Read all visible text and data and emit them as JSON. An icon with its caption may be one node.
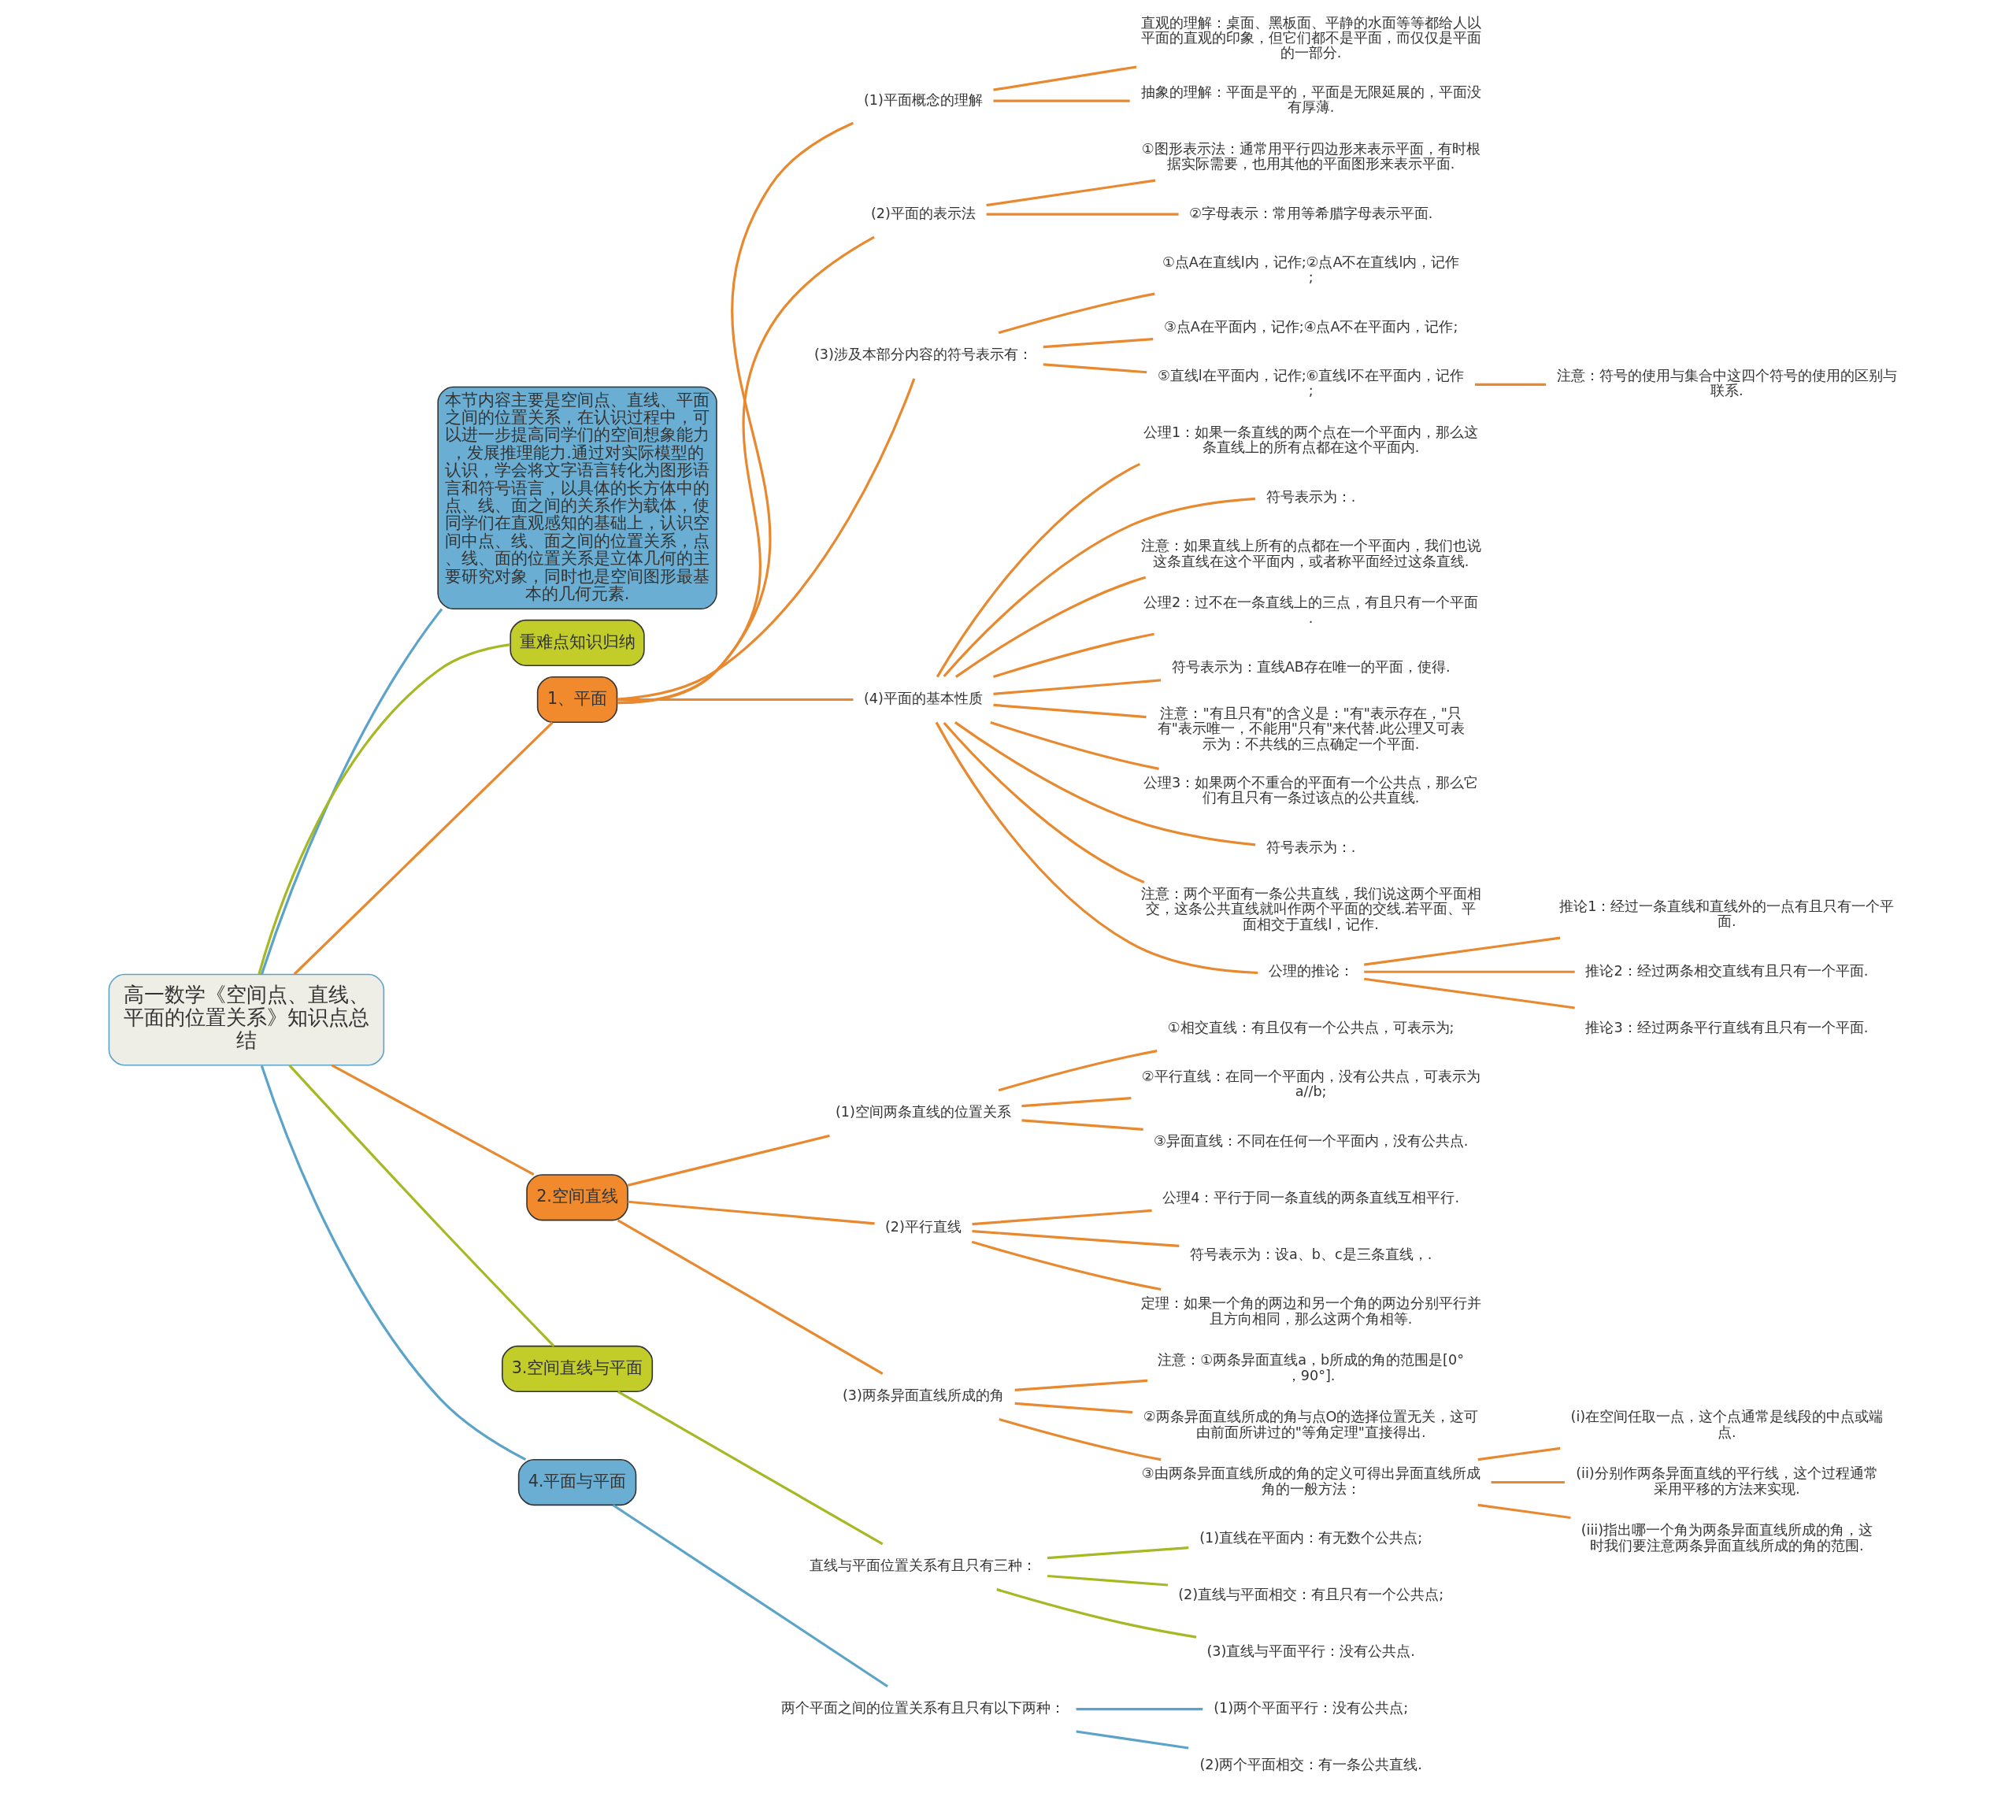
{
  "diagram": {
    "nodes": [
      {
        "text": [
          "高一数学《空间点、直线、平面的位置关系》知识点总结"
        ]
      },
      {
        "text": [
          "本节内容主要是空间点、直线、平面之间的位置关系，在认识过程中，可以进一步提高同学们的空间想象能力，发展推理能力.通过对实际模型的认识，学会将文字语言转化为图形语言和符号语言，以具体的长方体中的点、线、面之间的关系作为载体，使同学们在直观感知的基础上，认识空间中点、线、面之间的位置关系，点、线、面的位置关系是立体几何的主要研究对象，同时也是空间图形最基本的几何元素."
        ]
      },
      {
        "text": [
          "重难点知识归纳"
        ]
      },
      {
        "text": [
          "1、平面"
        ]
      },
      {
        "text": [
          "(1)平面概念的理解"
        ]
      },
      {
        "text": [
          "直观的理解：桌面、黑板面、平静的水面等等都给人以平面的直观的印象，但它们都不是平面，而仅仅是平面的一部分."
        ]
      },
      {
        "text": [
          "抽象的理解：平面是平的，平面是无限延展的，平面没有厚薄."
        ]
      },
      {
        "text": [
          "(2)平面的表示法"
        ]
      },
      {
        "text": [
          "①图形表示法：通常用平行四边形来表示平面，有时根据实际需要，也用其他的平面图形来表示平面."
        ]
      },
      {
        "text": [
          "②字母表示：常用等希腊字母表示平面."
        ]
      },
      {
        "text": [
          "(3)涉及本部分内容的符号表示有："
        ]
      },
      {
        "text": [
          "①点A在直线l内，记作;②点A不在直线l内，记作;"
        ]
      },
      {
        "text": [
          "③点A在平面内，记作;④点A不在平面内，记作;"
        ]
      },
      {
        "text": [
          "⑤直线l在平面内，记作;⑥直线l不在平面内，记作;"
        ]
      },
      {
        "text": [
          "注意：符号的使用与集合中这四个符号的使用的区别与联系."
        ]
      },
      {
        "text": [
          "(4)平面的基本性质"
        ]
      },
      {
        "text": [
          "公理1：如果一条直线的两个点在一个平面内，那么这条直线上的所有点都在这个平面内."
        ]
      },
      {
        "text": [
          "符号表示为：."
        ]
      },
      {
        "text": [
          "注意：如果直线上所有的点都在一个平面内，我们也说这条直线在这个平面内，或者称平面经过这条直线."
        ]
      },
      {
        "text": [
          "公理2：过不在一条直线上的三点，有且只有一个平面."
        ]
      },
      {
        "text": [
          "符号表示为：直线AB存在唯一的平面，使得."
        ]
      },
      {
        "text": [
          "注意：\"有且只有\"的含义是：\"有\"表示存在，\"只有\"表示唯一，不能用\"只有\"来代替.此公理又可表示为：不共线的三点确定一个平面."
        ]
      },
      {
        "text": [
          "公理3：如果两个不重合的平面有一个公共点，那么它们有且只有一条过该点的公共直线."
        ]
      },
      {
        "text": [
          "符号表示为：."
        ]
      },
      {
        "text": [
          "注意：两个平面有一条公共直线，我们说这两个平面相交，这条公共直线就叫作两个平面的交线.若平面、平面相交于直线l，记作."
        ]
      },
      {
        "text": [
          "公理的推论："
        ]
      },
      {
        "text": [
          "推论1：经过一条直线和直线外的一点有且只有一个平面."
        ]
      },
      {
        "text": [
          "推论2：经过两条相交直线有且只有一个平面."
        ]
      },
      {
        "text": [
          "推论3：经过两条平行直线有且只有一个平面."
        ]
      },
      {
        "text": [
          "2.空间直线"
        ]
      },
      {
        "text": [
          "(1)空间两条直线的位置关系"
        ]
      },
      {
        "text": [
          "①相交直线：有且仅有一个公共点，可表示为;"
        ]
      },
      {
        "text": [
          "②平行直线：在同一个平面内，没有公共点，可表示为a//b;"
        ]
      },
      {
        "text": [
          "③异面直线：不同在任何一个平面内，没有公共点."
        ]
      },
      {
        "text": [
          "(2)平行直线"
        ]
      },
      {
        "text": [
          "公理4：平行于同一条直线的两条直线互相平行."
        ]
      },
      {
        "text": [
          "符号表示为：设a、b、c是三条直线，."
        ]
      },
      {
        "text": [
          "定理：如果一个角的两边和另一个角的两边分别平行并且方向相同，那么这两个角相等."
        ]
      },
      {
        "text": [
          "(3)两条异面直线所成的角"
        ]
      },
      {
        "text": [
          "注意：①两条异面直线a，b所成的角的范围是[0°，90°]."
        ]
      },
      {
        "text": [
          "②两条异面直线所成的角与点O的选择位置无关，这可由前面所讲过的\"等角定理\"直接得出."
        ]
      },
      {
        "text": [
          "③由两条异面直线所成的角的定义可得出异面直线所成角的一般方法："
        ]
      },
      {
        "text": [
          "(i)在空间任取一点，这个点通常是线段的中点或端点."
        ]
      },
      {
        "text": [
          "(ii)分别作两条异面直线的平行线，这个过程通常采用平移的方法来实现."
        ]
      },
      {
        "text": [
          "(iii)指出哪一个角为两条异面直线所成的角，这时我们要注意两条异面直线所成的角的范围."
        ]
      },
      {
        "text": [
          "3.空间直线与平面"
        ]
      },
      {
        "text": [
          "直线与平面位置关系有且只有三种："
        ]
      },
      {
        "text": [
          "(1)直线在平面内：有无数个公共点;"
        ]
      },
      {
        "text": [
          "(2)直线与平面相交：有且只有一个公共点;"
        ]
      },
      {
        "text": [
          "(3)直线与平面平行：没有公共点."
        ]
      },
      {
        "text": [
          "4.平面与平面"
        ]
      },
      {
        "text": [
          "两个平面之间的位置关系有且只有以下两种："
        ]
      },
      {
        "text": [
          "(1)两个平面平行：没有公共点;"
        ]
      },
      {
        "text": [
          "(2)两个平面相交：有一条公共直线."
        ]
      }
    ],
    "edges": [
      {
        "from": 0,
        "to": 1,
        "arrow": "none",
        "color": "#5ba3c9"
      },
      {
        "from": 0,
        "to": 2,
        "arrow": "none",
        "color": "#a6b823"
      },
      {
        "from": 0,
        "to": 3,
        "arrow": "none"
      },
      {
        "from": 3,
        "to": 4,
        "arrow": "none"
      },
      {
        "from": 4,
        "to": 5,
        "arrow": "none"
      },
      {
        "from": 4,
        "to": 6,
        "arrow": "none"
      },
      {
        "from": 3,
        "to": 7,
        "arrow": "none"
      },
      {
        "from": 7,
        "to": 8,
        "arrow": "none"
      },
      {
        "from": 7,
        "to": 9,
        "arrow": "none"
      },
      {
        "from": 3,
        "to": 10,
        "arrow": "none"
      },
      {
        "from": 10,
        "to": 11,
        "arrow": "none"
      },
      {
        "from": 10,
        "to": 12,
        "arrow": "none"
      },
      {
        "from": 10,
        "to": 13,
        "arrow": "none"
      },
      {
        "from": 13,
        "to": 14,
        "arrow": "none"
      },
      {
        "from": 3,
        "to": 15,
        "arrow": "none"
      },
      {
        "from": 15,
        "to": 16,
        "arrow": "none"
      },
      {
        "from": 15,
        "to": 17,
        "arrow": "none"
      },
      {
        "from": 15,
        "to": 18,
        "arrow": "none"
      },
      {
        "from": 15,
        "to": 19,
        "arrow": "none"
      },
      {
        "from": 15,
        "to": 20,
        "arrow": "none"
      },
      {
        "from": 15,
        "to": 21,
        "arrow": "none"
      },
      {
        "from": 15,
        "to": 22,
        "arrow": "none"
      },
      {
        "from": 15,
        "to": 23,
        "arrow": "none"
      },
      {
        "from": 15,
        "to": 24,
        "arrow": "none"
      },
      {
        "from": 15,
        "to": 25,
        "arrow": "none"
      },
      {
        "from": 25,
        "to": 26,
        "arrow": "none"
      },
      {
        "from": 25,
        "to": 27,
        "arrow": "none"
      },
      {
        "from": 25,
        "to": 28,
        "arrow": "none"
      },
      {
        "from": 0,
        "to": 29,
        "arrow": "none"
      },
      {
        "from": 29,
        "to": 30,
        "arrow": "none"
      },
      {
        "from": 30,
        "to": 31,
        "arrow": "none"
      },
      {
        "from": 30,
        "to": 32,
        "arrow": "none"
      },
      {
        "from": 30,
        "to": 33,
        "arrow": "none"
      },
      {
        "from": 29,
        "to": 34,
        "arrow": "none"
      },
      {
        "from": 34,
        "to": 35,
        "arrow": "none"
      },
      {
        "from": 34,
        "to": 36,
        "arrow": "none"
      },
      {
        "from": 34,
        "to": 37,
        "arrow": "none"
      },
      {
        "from": 29,
        "to": 38,
        "arrow": "none"
      },
      {
        "from": 38,
        "to": 39,
        "arrow": "none"
      },
      {
        "from": 38,
        "to": 40,
        "arrow": "none"
      },
      {
        "from": 38,
        "to": 41,
        "arrow": "none"
      },
      {
        "from": 41,
        "to": 42,
        "arrow": "none"
      },
      {
        "from": 41,
        "to": 43,
        "arrow": "none"
      },
      {
        "from": 41,
        "to": 44,
        "arrow": "none"
      },
      {
        "from": 0,
        "to": 45,
        "arrow": "none",
        "color": "#a6b823"
      },
      {
        "from": 45,
        "to": 46,
        "arrow": "none",
        "color": "#a6b823"
      },
      {
        "from": 46,
        "to": 47,
        "arrow": "none",
        "color": "#a6b823"
      },
      {
        "from": 46,
        "to": 48,
        "arrow": "none",
        "color": "#a6b823"
      },
      {
        "from": 46,
        "to": 49,
        "arrow": "none",
        "color": "#a6b823"
      },
      {
        "from": 0,
        "to": 50,
        "arrow": "none",
        "color": "#5ba3c9"
      },
      {
        "from": 50,
        "to": 51,
        "arrow": "none",
        "color": "#5ba3c9"
      },
      {
        "from": 51,
        "to": 52,
        "arrow": "none",
        "color": "#5ba3c9"
      },
      {
        "from": 51,
        "to": 53,
        "arrow": "none",
        "color": "#5ba3c9"
      }
    ]
  }
}
